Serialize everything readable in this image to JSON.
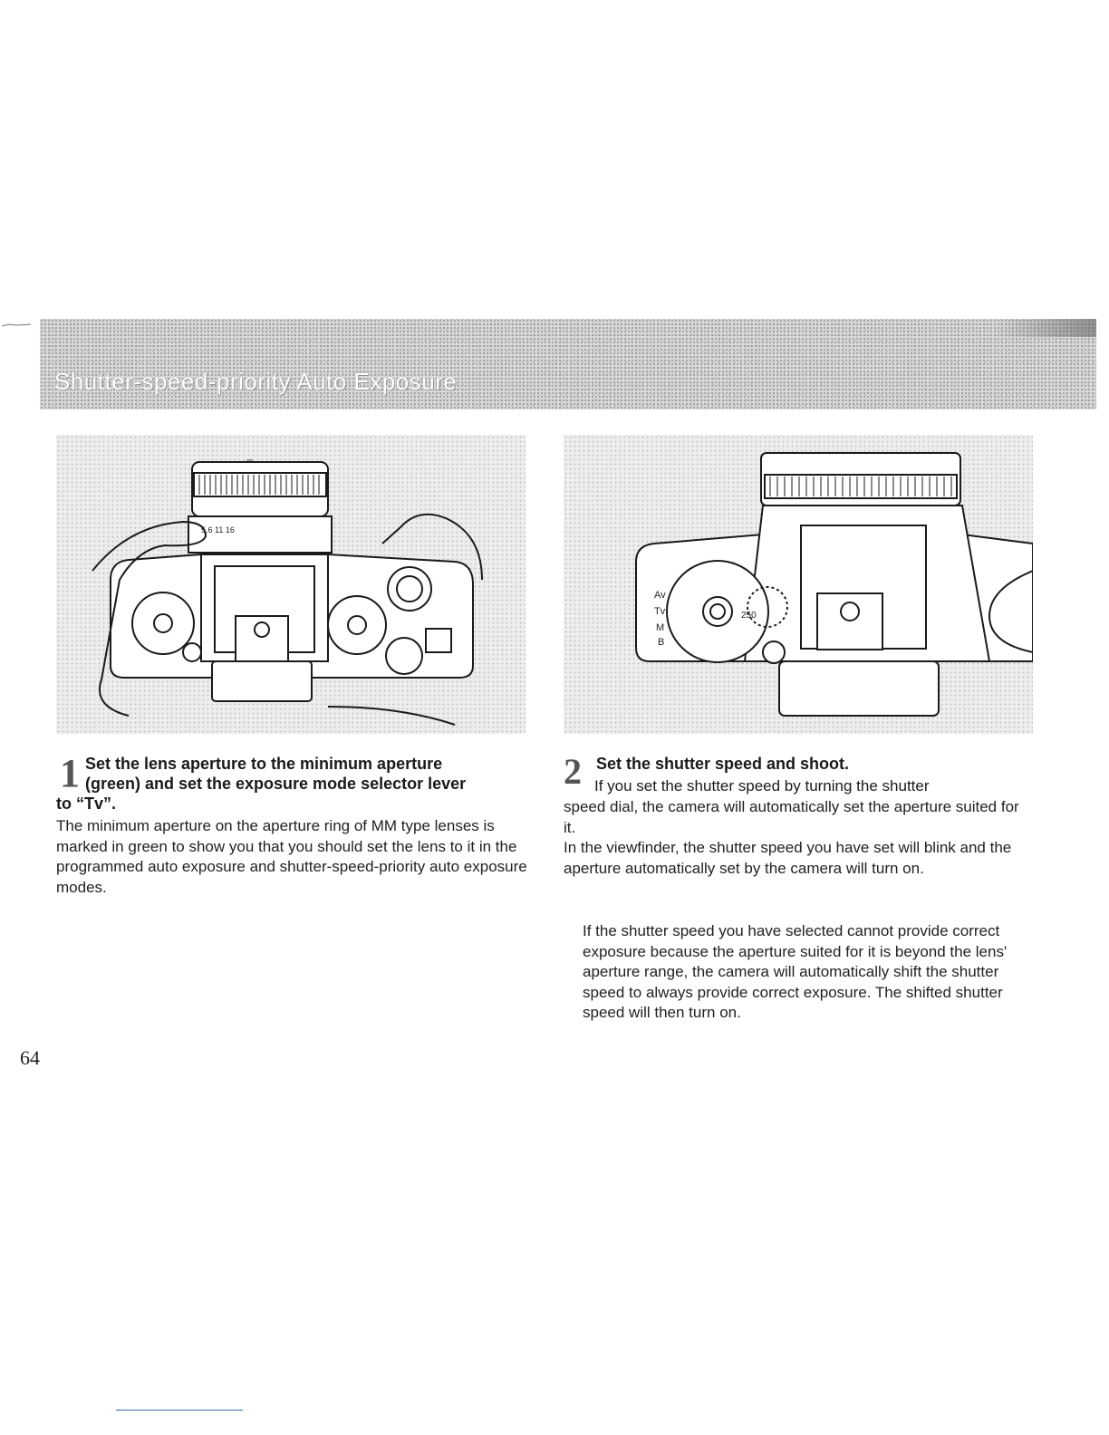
{
  "header": {
    "title": "Shutter-speed-priority Auto Exposure"
  },
  "figure_1": {
    "lens_markings": "∞",
    "aperture_marks": "5.6 11 16"
  },
  "figure_2": {
    "mode_labels": [
      "Av",
      "Tv",
      "M",
      "B"
    ],
    "dial_value": "250"
  },
  "step_1": {
    "number": "1",
    "heading_line_1": "Set the lens aperture to the minimum aperture",
    "heading_line_2": "(green) and set the exposure mode selector lever",
    "heading_line_3": "to “Tv”.",
    "body": "The minimum aperture on the aperture ring of MM type lenses is marked in green to show you that you should set the lens to it in the programmed auto exposure and shutter-speed-priority auto exposure modes."
  },
  "step_2": {
    "number": "2",
    "heading": "Set the shutter speed and shoot.",
    "body_line_1": "If you set the shutter speed by turning the shutter",
    "body_rest": "speed dial, the camera will automatically set the aperture suited for it.",
    "body_2": "In the viewfinder, the shutter speed you have set will blink and the aperture automatically set by the camera will turn on."
  },
  "note": {
    "text": "If the shutter speed you have selected cannot provide correct exposure because the aperture suited for it is beyond the lens' aperture range, the camera will automatically shift the shutter speed to always provide correct exposure. The shifted shutter speed will then turn on."
  },
  "page": {
    "number": "64"
  }
}
